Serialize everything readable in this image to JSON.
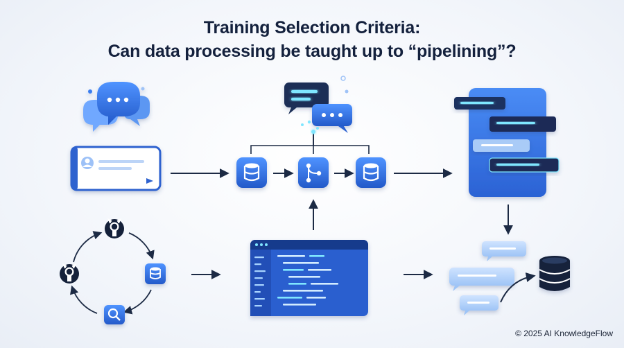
{
  "header": {
    "title_line1": "Training Selection Criteria:",
    "title_line2": "Can data processing be taught up to “pipelining”?"
  },
  "footer": {
    "copyright": "© 2025 AI KnowledgeFlow"
  },
  "colors": {
    "accent": "#2f6fe0",
    "dark_blue": "#1f4fa8",
    "navy": "#18294a",
    "glow": "#7fe6ff",
    "arrow": "#1c2a44"
  },
  "icons": {
    "chat_bubbles": "chat-bubbles-icon",
    "chat_input": "chat-input-icon",
    "database": "database-icon",
    "pipeline": "pipeline-branch-icon",
    "github": "github-icon",
    "search": "search-icon",
    "code_editor": "code-editor-icon",
    "phone_chat": "phone-chat-icon"
  }
}
